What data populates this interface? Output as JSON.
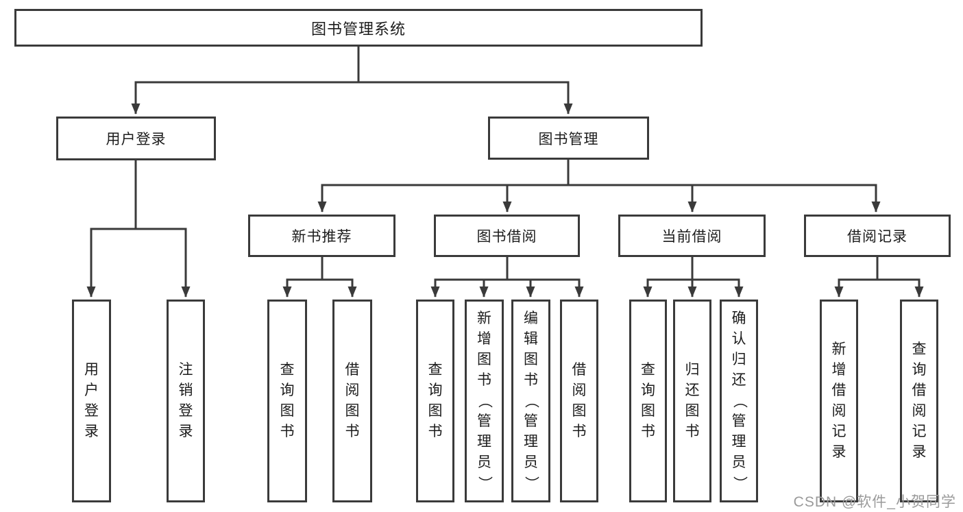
{
  "diagram_title": "图书管理系统",
  "root": {
    "label": "图书管理系统"
  },
  "level2": [
    {
      "label": "用户登录",
      "parent": "图书管理系统"
    },
    {
      "label": "图书管理",
      "parent": "图书管理系统"
    }
  ],
  "level3": [
    {
      "label": "新书推荐",
      "parent": "图书管理"
    },
    {
      "label": "图书借阅",
      "parent": "图书管理"
    },
    {
      "label": "当前借阅",
      "parent": "图书管理"
    },
    {
      "label": "借阅记录",
      "parent": "图书管理"
    }
  ],
  "leaves": [
    {
      "label": "用户登录",
      "parent": "用户登录"
    },
    {
      "label": "注销登录",
      "parent": "用户登录"
    },
    {
      "label": "查询图书",
      "parent": "新书推荐"
    },
    {
      "label": "借阅图书",
      "parent": "新书推荐"
    },
    {
      "label": "查询图书",
      "parent": "图书借阅"
    },
    {
      "label": "新增图书（管理员）",
      "parent": "图书借阅"
    },
    {
      "label": "编辑图书（管理员）",
      "parent": "图书借阅"
    },
    {
      "label": "借阅图书",
      "parent": "图书借阅"
    },
    {
      "label": "查询图书",
      "parent": "当前借阅"
    },
    {
      "label": "归还图书",
      "parent": "当前借阅"
    },
    {
      "label": "确认归还（管理员）",
      "parent": "当前借阅"
    },
    {
      "label": "新增借阅记录",
      "parent": "借阅记录"
    },
    {
      "label": "查询借阅记录",
      "parent": "借阅记录"
    }
  ],
  "watermark": {
    "text": "CSDN @软件_小贺同学"
  },
  "colors": {
    "line": "#3a3a3a",
    "text": "#1c1c1c",
    "watermark": "#9a9a9a",
    "background": "#ffffff"
  }
}
